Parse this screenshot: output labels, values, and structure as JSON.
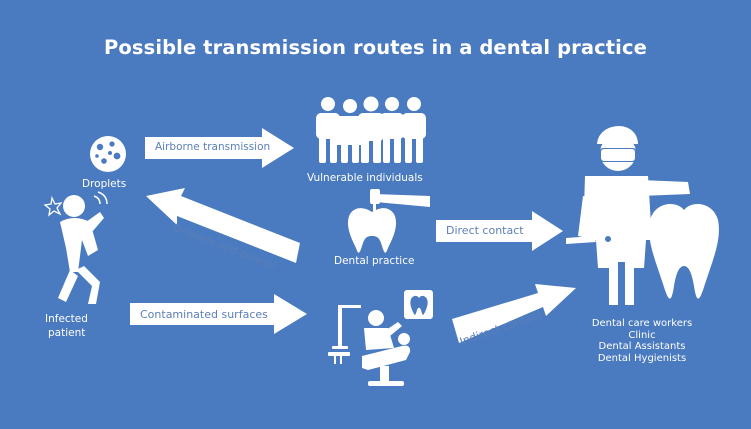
{
  "title": "Possible transmission routes in a dental practice",
  "nodes": {
    "droplets": "Droplets",
    "vulnerable": "Vulnerable individuals",
    "dental_practice": "Dental practice",
    "patient_line1": "Infected",
    "patient_line2": "patient",
    "workers": [
      "Dental care workers",
      "Clinic",
      "Dental Assistants",
      "Dental Hygienists"
    ]
  },
  "arrows": {
    "airborne": "Airborne transmission",
    "droplets_aerosol": "Droplets and aerosol",
    "direct": "Direct contact",
    "contaminated": "Contaminated surfaces",
    "indirect": "Indirect contact"
  },
  "colors": {
    "background": "#4a7abf",
    "foreground": "#ffffff",
    "arrow_text": "#5b7fb8"
  }
}
